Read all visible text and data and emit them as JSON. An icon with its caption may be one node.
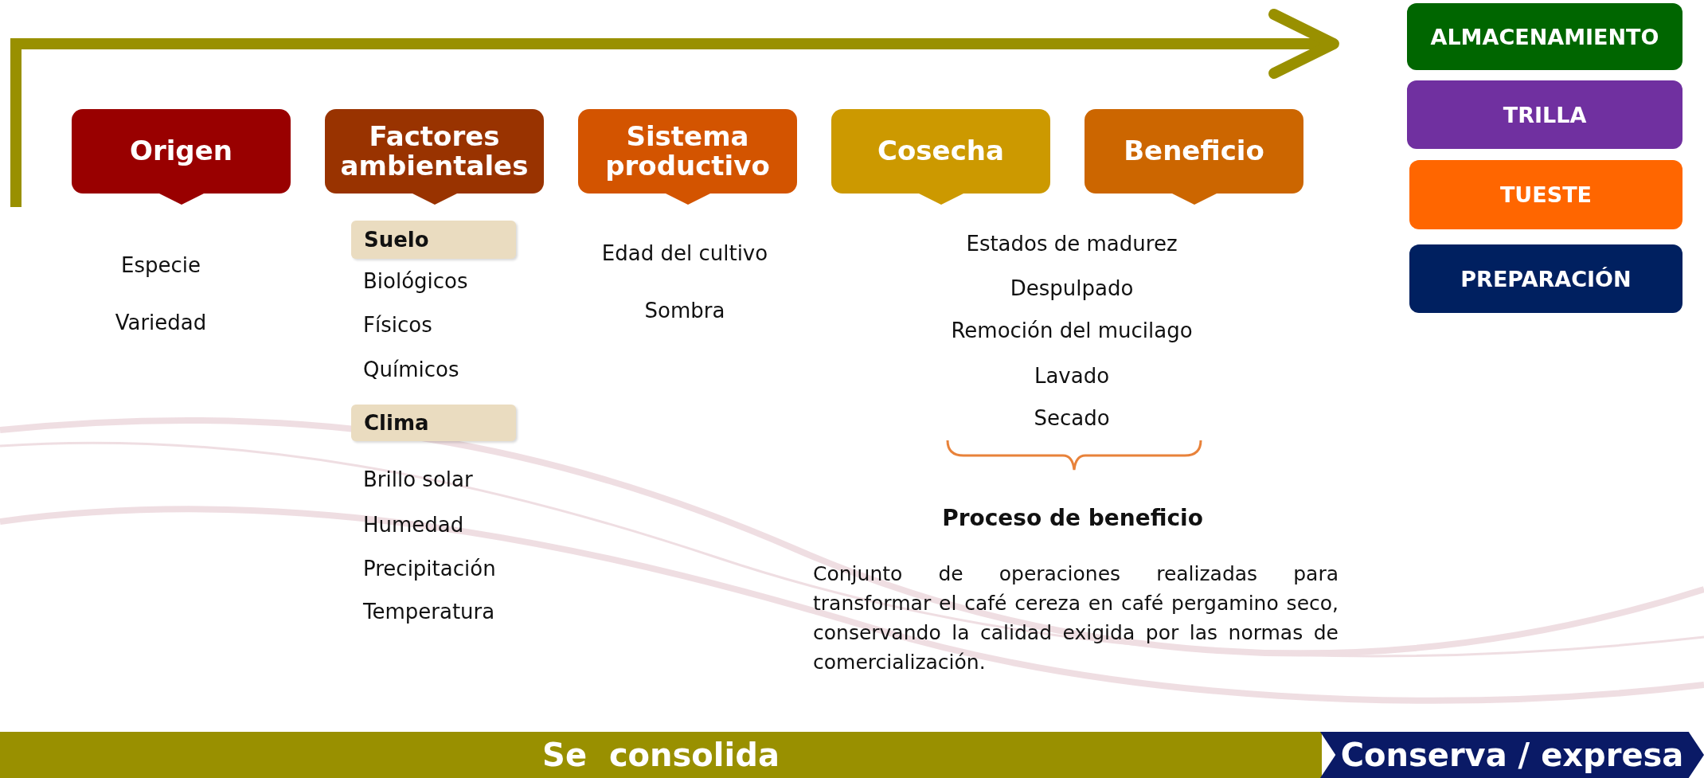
{
  "diagram": {
    "nodes": [
      {
        "text": [
          "Origen"
        ]
      },
      {
        "text": [
          "Factores ambientales"
        ]
      },
      {
        "text": [
          "Sistema productivo"
        ]
      },
      {
        "text": [
          "Cosecha"
        ]
      },
      {
        "text": [
          "Beneficio"
        ]
      },
      {
        "text": [
          "ALMACENAMIENTO"
        ]
      },
      {
        "text": [
          "TRILLA"
        ]
      },
      {
        "text": [
          "TUESTE"
        ]
      },
      {
        "text": [
          "PREPARACIÓN"
        ]
      },
      {
        "text": [
          "Suelo"
        ]
      },
      {
        "text": [
          "Clima"
        ]
      },
      {
        "text": [
          "Se  consolida"
        ]
      },
      {
        "text": [
          "Conserva / expresa"
        ]
      }
    ],
    "labels": [
      "Especie",
      "Variedad",
      "Biológicos",
      "Físicos",
      "Químicos",
      "Brillo solar",
      "Humedad",
      "Precipitación",
      "Temperatura",
      "Edad del cultivo",
      "Sombra",
      "Estados de madurez",
      "Despulpado",
      "Remoción del mucilago",
      "Lavado",
      "Secado",
      "Proceso de beneficio",
      "Conjunto de operaciones realizadas para transformar el café cereza en café pergamino seco, conservando la calidad exigida por las normas de comercialización."
    ]
  }
}
